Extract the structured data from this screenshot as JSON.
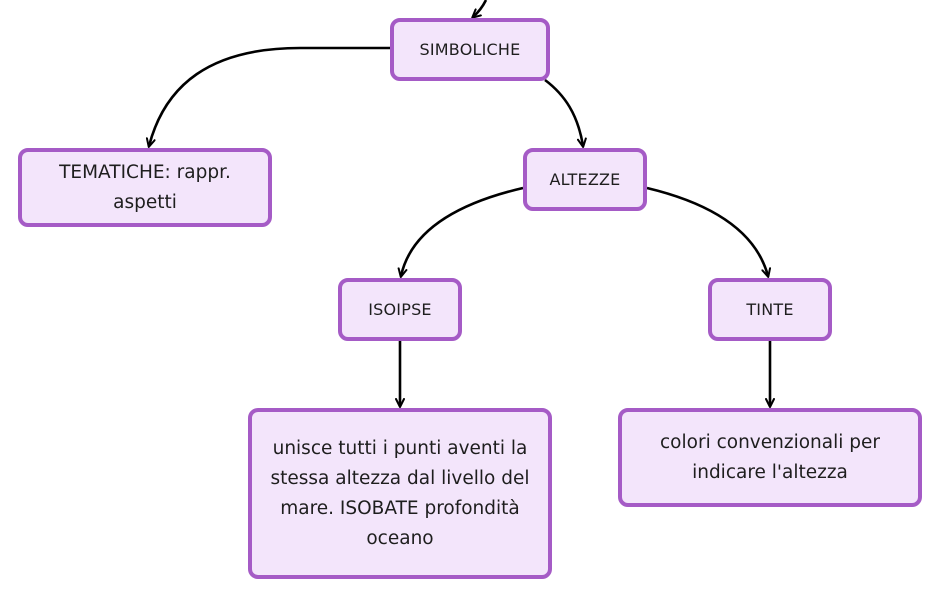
{
  "nodes": {
    "simboliche": "SIMBOLICHE",
    "tematiche": "TEMATICHE: rappr. aspetti",
    "altezze": "ALTEZZE",
    "isoipse": "ISOIPSE",
    "tinte": "TINTE",
    "isoipse_desc": "unisce tutti i punti aventi la stessa altezza dal livello del mare. ISOBATE profondità oceano",
    "tinte_desc": "colori convenzionali per indicare l'altezza"
  },
  "colors": {
    "node_fill": "#f3e5fb",
    "node_border": "#a55bc6",
    "edge": "#000000",
    "text": "#1e1e1e"
  }
}
